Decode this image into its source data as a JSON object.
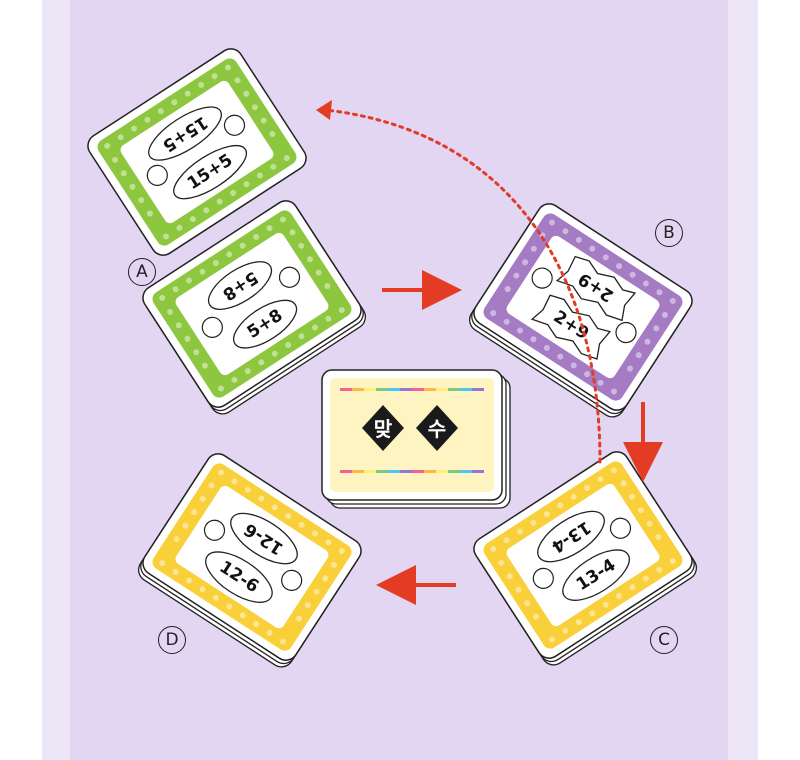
{
  "labels": {
    "a": "A",
    "b": "B",
    "c": "C",
    "d": "D"
  },
  "cards": {
    "a_top": {
      "front": "15+5",
      "back": "15+5",
      "color": "#8dc63f"
    },
    "a_front": {
      "front": "5+8",
      "back": "5+8",
      "color": "#8dc63f"
    },
    "b": {
      "front": "2+9",
      "back": "2+9",
      "color": "#a57cc4"
    },
    "c": {
      "front": "13-4",
      "back": "13-4",
      "color": "#f9cf3a"
    },
    "d": {
      "front": "12-6",
      "back": "12-6",
      "color": "#f9cf3a"
    }
  },
  "center_deck": {
    "title_left": "맞",
    "title_right": "수",
    "color": "#fdf4c2"
  },
  "colors": {
    "arrow": "#e33b24",
    "dotted_path": "#e33b24",
    "panel": "#e2d6f3",
    "band": "#ede6f7"
  }
}
